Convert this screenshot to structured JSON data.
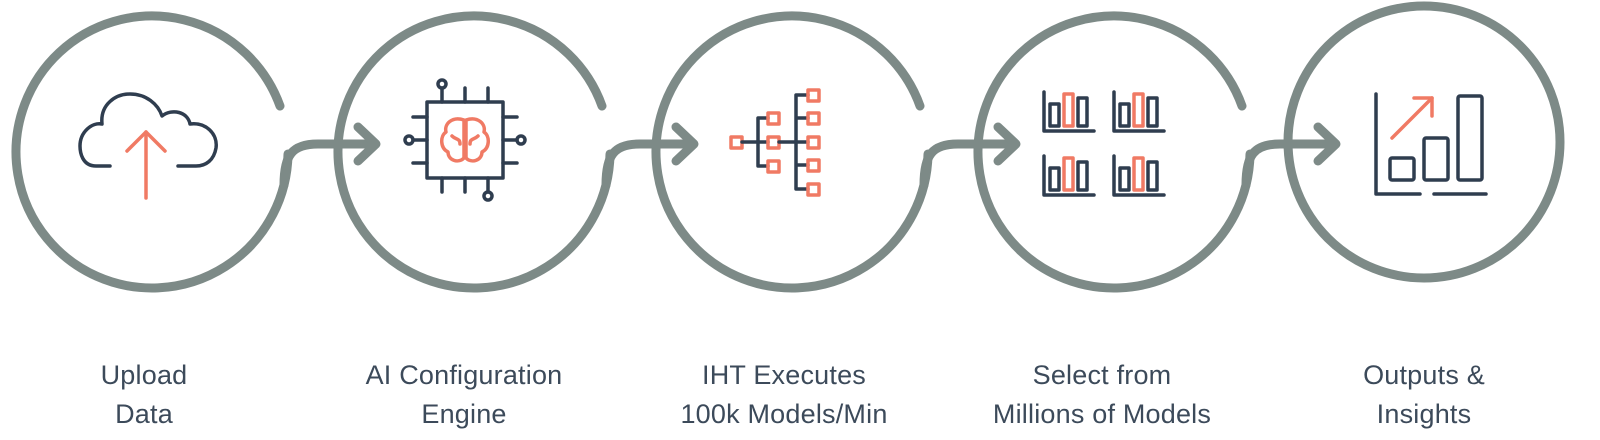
{
  "colors": {
    "ring": "#7d8a87",
    "icon_dark": "#2f3d4f",
    "icon_accent": "#f07a64",
    "label": "#3c4a5a"
  },
  "steps": [
    {
      "line1": "Upload",
      "line2": "Data",
      "icon": "cloud-upload-icon"
    },
    {
      "line1": "AI Configuration",
      "line2": "Engine",
      "icon": "ai-chip-brain-icon"
    },
    {
      "line1": "IHT Executes",
      "line2": "100k Models/Min",
      "icon": "model-tree-icon"
    },
    {
      "line1": "Select from",
      "line2": "Millions of Models",
      "icon": "model-grid-charts-icon"
    },
    {
      "line1": "Outputs &",
      "line2": "Insights",
      "icon": "growth-chart-icon"
    }
  ]
}
